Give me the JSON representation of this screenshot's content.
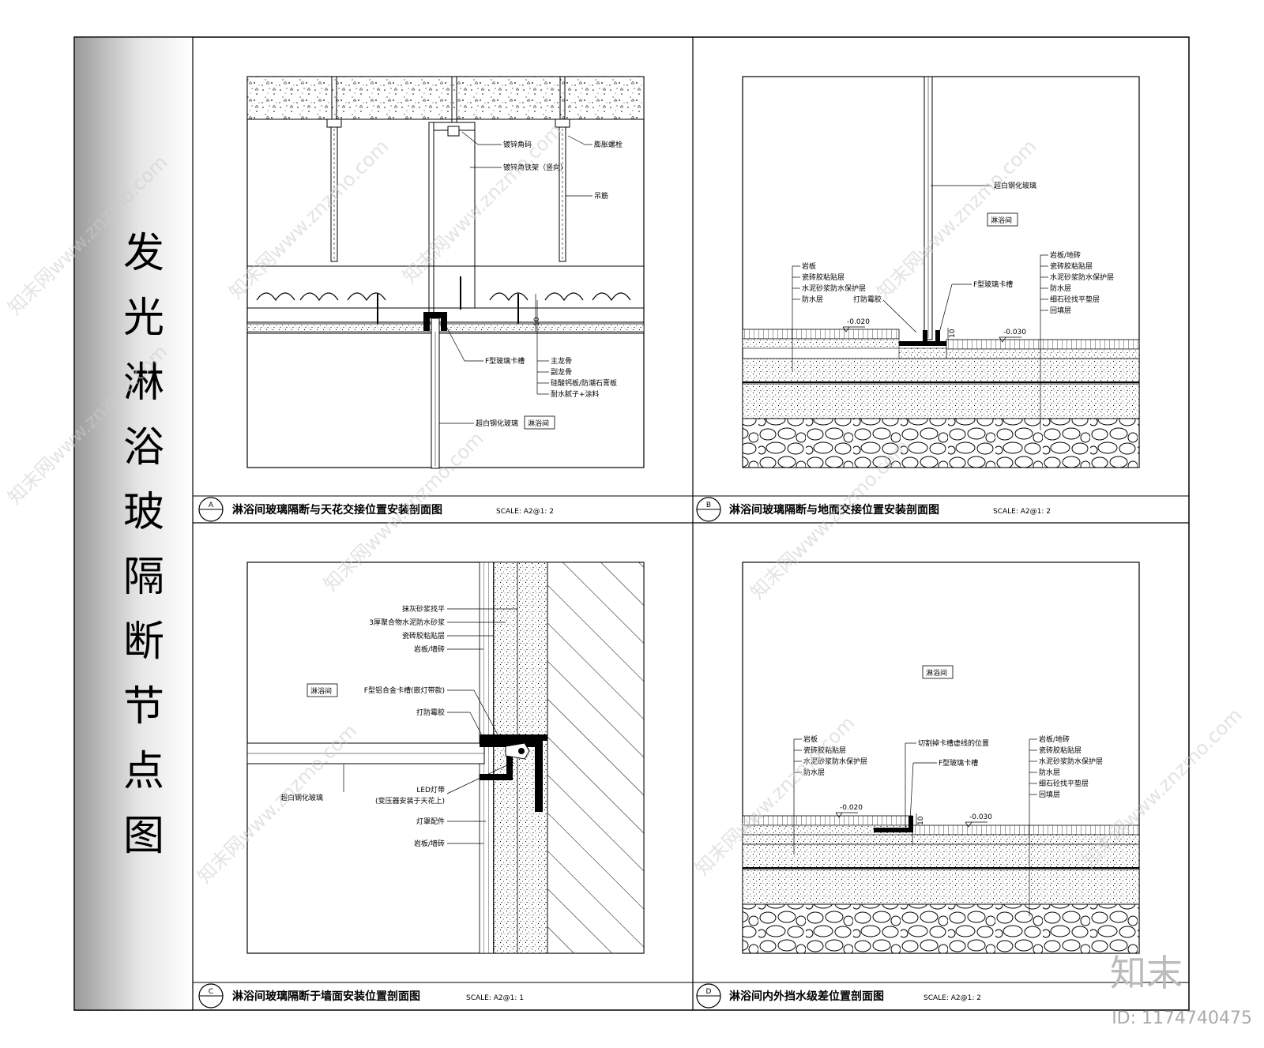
{
  "side_title": "发光淋浴玻隔断节点图",
  "panels": [
    {
      "mark": "A",
      "title": "淋浴间玻璃隔断与天花交接位置安装剖面图",
      "scale": "SCALE: A2@1: 2",
      "labels": [
        "镀锌角码",
        "镀锌角铁架（竖向）",
        "膨胀螺栓",
        "吊筋",
        "F型玻璃卡槽",
        "主龙骨",
        "副龙骨",
        "硅酸钙板/防潮石膏板",
        "耐水腻子+涂料",
        "超白钢化玻璃",
        "淋浴间"
      ],
      "dims": [
        "10"
      ]
    },
    {
      "mark": "B",
      "title": "淋浴间玻璃隔断与地面交接位置安装剖面图",
      "scale": "SCALE: A2@1: 2",
      "labels": [
        "超白钢化玻璃",
        "淋浴间",
        "岩板",
        "瓷砖胶粘贴层",
        "水泥砂浆防水保护层",
        "防水层",
        "打防霉胶",
        "F型玻璃卡槽",
        "岩板/地砖",
        "瓷砖胶粘贴层",
        "水泥砂浆防水保护层",
        "防水层",
        "细石砼找平垫层",
        "回填层"
      ],
      "dims": [
        "-0.020",
        "-0.030",
        "10"
      ]
    },
    {
      "mark": "C",
      "title": "淋浴间玻璃隔断于墙面安装位置剖面图",
      "scale": "SCALE: A2@1: 1",
      "labels": [
        "抹灰砂浆找平",
        "3厚聚合物水泥防水砂浆",
        "瓷砖胶粘贴层",
        "岩板/墙砖",
        "淋浴间",
        "F型铝合金卡槽(嵌灯带款)",
        "打防霉胶",
        "超白钢化玻璃",
        "LED灯带",
        "(变压器安装于天花上)",
        "灯罩配件",
        "岩板/墙砖"
      ],
      "dims": []
    },
    {
      "mark": "D",
      "title": "淋浴间内外挡水级差位置剖面图",
      "scale": "SCALE: A2@1: 2",
      "labels": [
        "淋浴间",
        "岩板",
        "瓷砖胶粘贴层",
        "水泥砂浆防水保护层",
        "防水层",
        "切割掉卡槽虚线的位置",
        "F型玻璃卡槽",
        "岩板/地砖",
        "瓷砖胶粘贴层",
        "水泥砂浆防水保护层",
        "防水层",
        "细石砼找平垫层",
        "回填层"
      ],
      "dims": [
        "-0.020",
        "-0.030",
        "10"
      ]
    }
  ],
  "watermarks": [
    "知末网www.znzmo.com"
  ],
  "brand": "知末",
  "image_id": "ID: 1174740475"
}
